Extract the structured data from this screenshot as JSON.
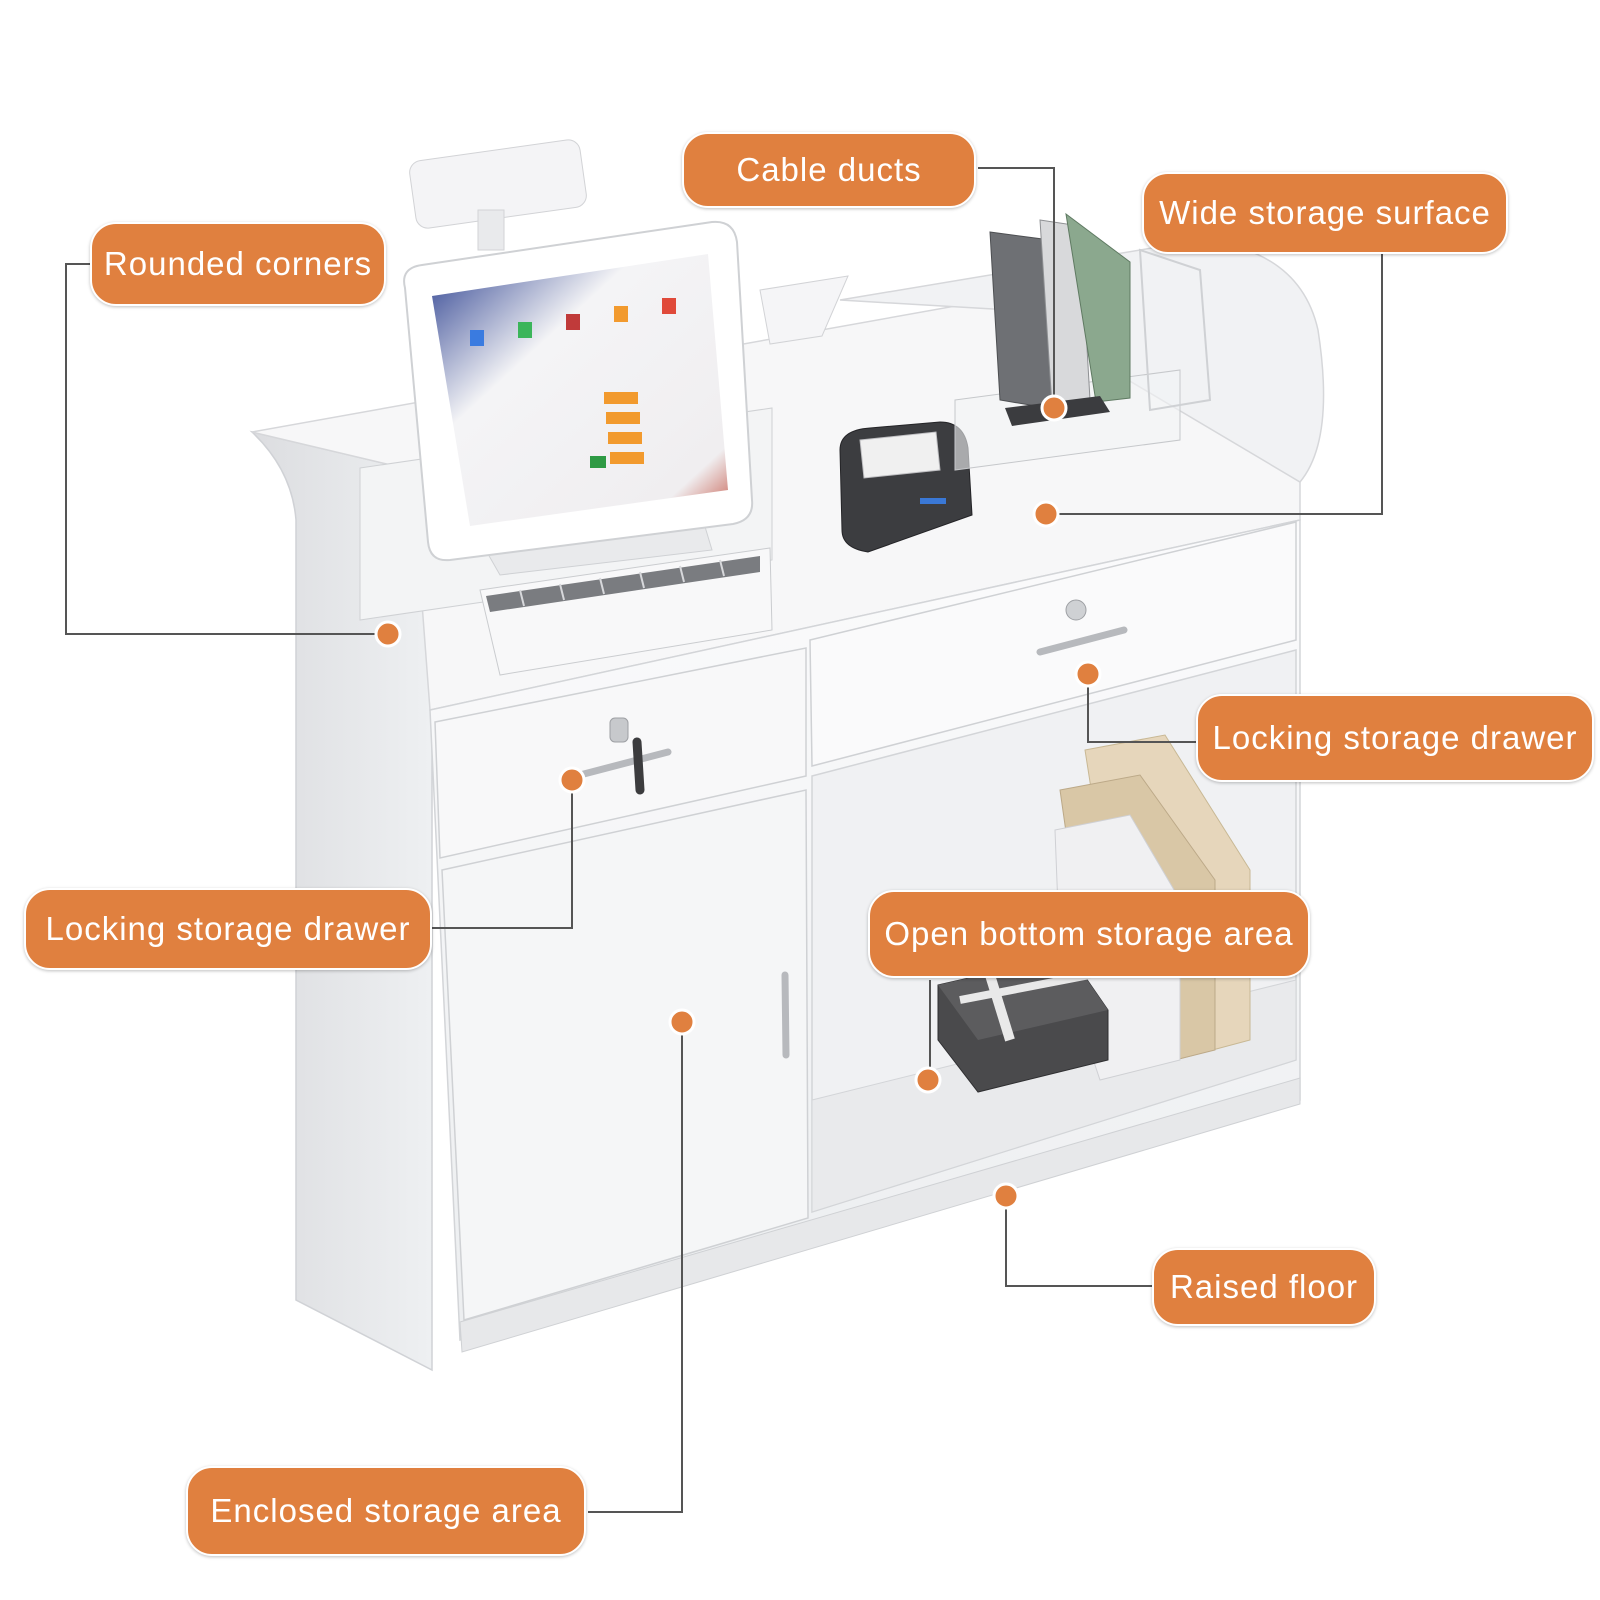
{
  "accent_color": "#e0803f",
  "leader_color": "#555555",
  "callouts": {
    "cable_ducts": "Cable ducts",
    "wide_storage_surface": "Wide storage surface",
    "rounded_corners": "Rounded corners",
    "locking_drawer_right": "Locking storage drawer",
    "locking_drawer_left": "Locking storage drawer",
    "open_bottom_storage": "Open bottom storage area",
    "raised_floor": "Raised floor",
    "enclosed_storage": "Enclosed storage area"
  },
  "objects": {
    "counter": "checkout-counter",
    "pos_terminal": "pos-terminal",
    "customer_display": "customer-display",
    "receipt_printer": "receipt-printer",
    "cash_drawer": "cash-drawer",
    "binders": "binder-rack",
    "shopping_bags": "shopping-bags",
    "gift_box": "gift-box"
  }
}
